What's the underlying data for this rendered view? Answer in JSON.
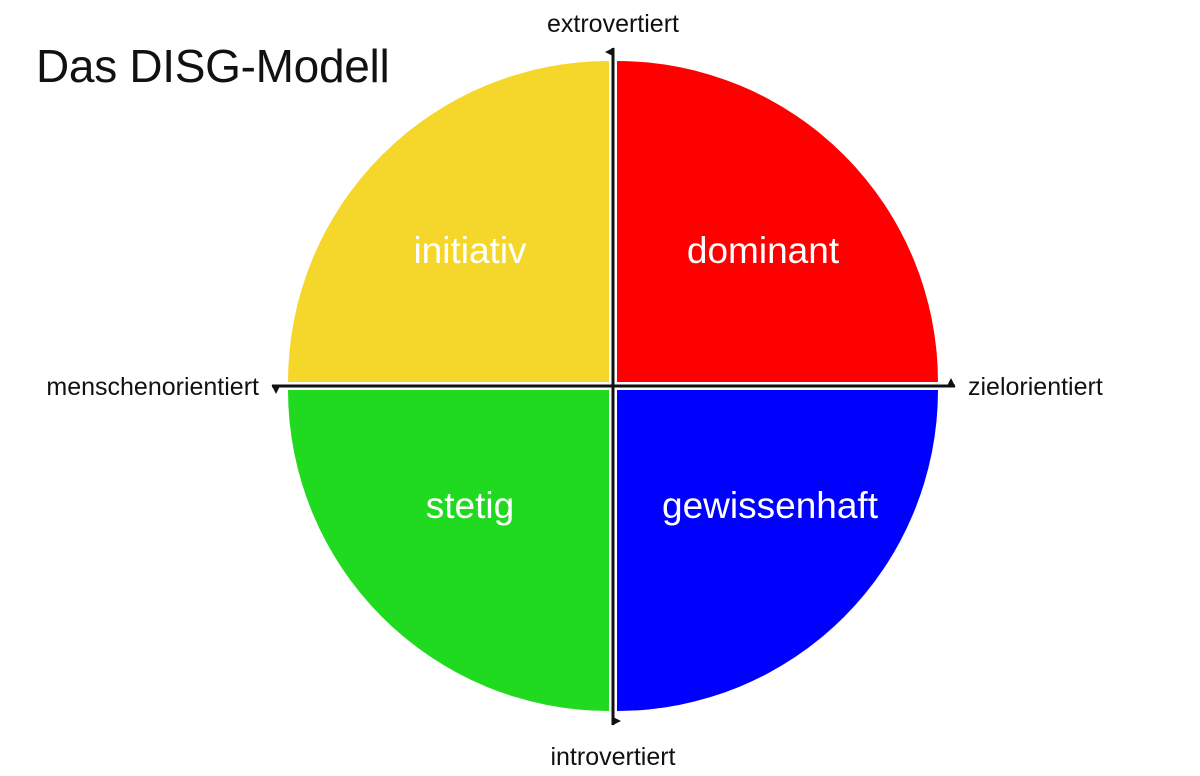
{
  "title": "Das DISG-Modell",
  "colors": {
    "background": "#ffffff",
    "axis": "#111111",
    "title_text": "#111111",
    "label_text": "#ffffff",
    "dominant": "#ff0000",
    "initiativ": "#f5d72b",
    "stetig": "#1fda1f",
    "gewissenhaft": "#0000ff"
  },
  "axes": {
    "top": {
      "label": "extrovertiert",
      "direction": "up"
    },
    "bottom": {
      "label": "introvertiert",
      "direction": "down"
    },
    "left": {
      "label": "menschenorientiert",
      "direction": "left"
    },
    "right": {
      "label": "zielorientiert",
      "direction": "right"
    }
  },
  "quadrants": [
    {
      "id": "initiativ",
      "label": "initiativ",
      "color": "#f5d72b",
      "position": "top-left",
      "axis_pair": [
        "extrovertiert",
        "menschenorientiert"
      ]
    },
    {
      "id": "dominant",
      "label": "dominant",
      "color": "#ff0000",
      "position": "top-right",
      "axis_pair": [
        "extrovertiert",
        "zielorientiert"
      ]
    },
    {
      "id": "stetig",
      "label": "stetig",
      "color": "#1fda1f",
      "position": "bottom-left",
      "axis_pair": [
        "introvertiert",
        "menschenorientiert"
      ]
    },
    {
      "id": "gewissenhaft",
      "label": "gewissenhaft",
      "color": "#0000ff",
      "position": "bottom-right",
      "axis_pair": [
        "introvertiert",
        "zielorientiert"
      ]
    }
  ]
}
